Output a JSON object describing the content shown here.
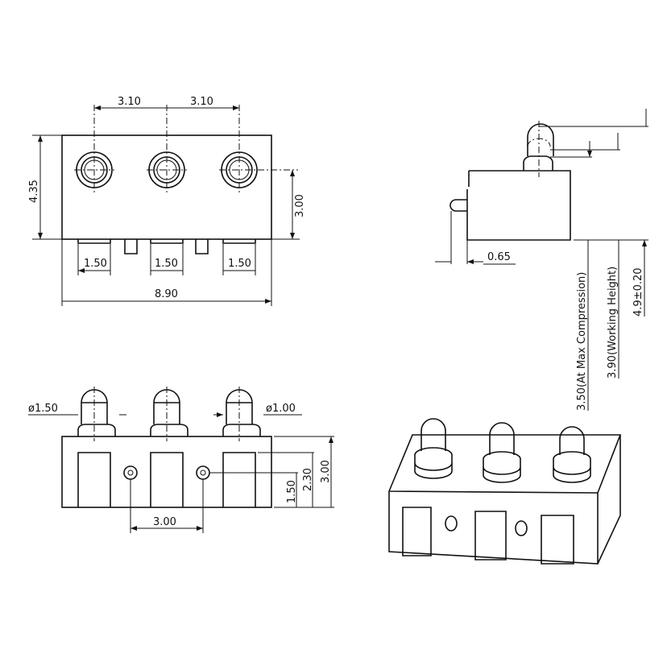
{
  "top_view": {
    "pitch_1": "3.10",
    "pitch_2": "3.10",
    "height": "4.35",
    "hole_offset": "3.00",
    "tab_1": "1.50",
    "tab_2": "1.50",
    "tab_3": "1.50",
    "width": "8.90"
  },
  "side_view": {
    "pin_offset": "0.65",
    "max_compression": "3.50(At Max Compression)",
    "working_height": "3.90(Working Height)",
    "free_height": "4.9±0.20"
  },
  "front_view": {
    "head_dia": "ø1.50",
    "plunger_dia": "ø1.00",
    "pin_height": "1.50",
    "tab_height": "2.30",
    "body_height": "3.00",
    "pin_spacing": "3.00"
  }
}
